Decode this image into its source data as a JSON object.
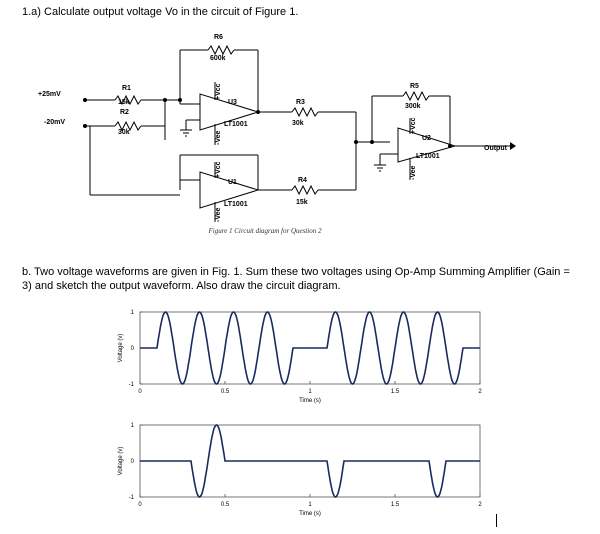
{
  "question_a": "1.a) Calculate output voltage Vo in the circuit of Figure 1.",
  "question_b": "b. Two voltage waveforms are given in Fig. 1. Sum these two voltages using Op-Amp Summing Amplifier (Gain = 3) and sketch the output waveform. Also draw the circuit diagram.",
  "circuit": {
    "caption": "Figure 1 Circuit diagram for Question 2",
    "sources": {
      "v1": "+25mV",
      "v2": "-20mV"
    },
    "resistors": {
      "r1": {
        "name": "R1",
        "value": "15k"
      },
      "r2": {
        "name": "R2",
        "value": "30k"
      },
      "r3": {
        "name": "R3",
        "value": "30k"
      },
      "r4": {
        "name": "R4",
        "value": "15k"
      },
      "r5": {
        "name": "R5",
        "value": "300k"
      },
      "r6": {
        "name": "R6",
        "value": "600k"
      }
    },
    "opamps": {
      "u3": {
        "name": "U3",
        "part": "LT1001"
      },
      "u1": {
        "name": "U1",
        "part": "LT1001"
      },
      "u2": {
        "name": "U2",
        "part": "LT1001"
      }
    },
    "supply": {
      "vcc": "+Vcc",
      "vee": "-Vee"
    },
    "output_label": "Output"
  },
  "chart_data": [
    {
      "type": "line",
      "description_visible": "sine-burst waveform",
      "xlabel": "Time (s)",
      "ylabel": "Voltage (v)",
      "xlim": [
        0,
        2
      ],
      "ylim": [
        -1,
        1
      ],
      "xticks": [
        "0",
        "0.5",
        "1",
        "1.5",
        "2"
      ],
      "yticks": [
        "-1",
        "0",
        "1"
      ],
      "segments": [
        {
          "start": 0.0,
          "end": 0.1,
          "kind": "zero"
        },
        {
          "start": 0.1,
          "end": 0.9,
          "kind": "sine",
          "cycles": 4,
          "amplitude": 1
        },
        {
          "start": 0.9,
          "end": 1.1,
          "kind": "zero"
        },
        {
          "start": 1.1,
          "end": 1.9,
          "kind": "sine",
          "cycles": 4,
          "amplitude": 1
        },
        {
          "start": 1.9,
          "end": 2.0,
          "kind": "zero"
        }
      ]
    },
    {
      "type": "line",
      "xlabel": "Time (s)",
      "ylabel": "Voltage (v)",
      "xlim": [
        0,
        2
      ],
      "ylim": [
        -1,
        1
      ],
      "xticks": [
        "0",
        "0.5",
        "1",
        "1.5",
        "2"
      ],
      "yticks": [
        "-1",
        "0",
        "1"
      ],
      "pulses": [
        {
          "start": 0.3,
          "end": 0.4,
          "amplitude": -1
        },
        {
          "start": 0.4,
          "end": 0.5,
          "amplitude": 1
        },
        {
          "start": 1.1,
          "end": 1.2,
          "amplitude": -1
        },
        {
          "start": 1.7,
          "end": 1.8,
          "amplitude": -1
        }
      ]
    }
  ]
}
